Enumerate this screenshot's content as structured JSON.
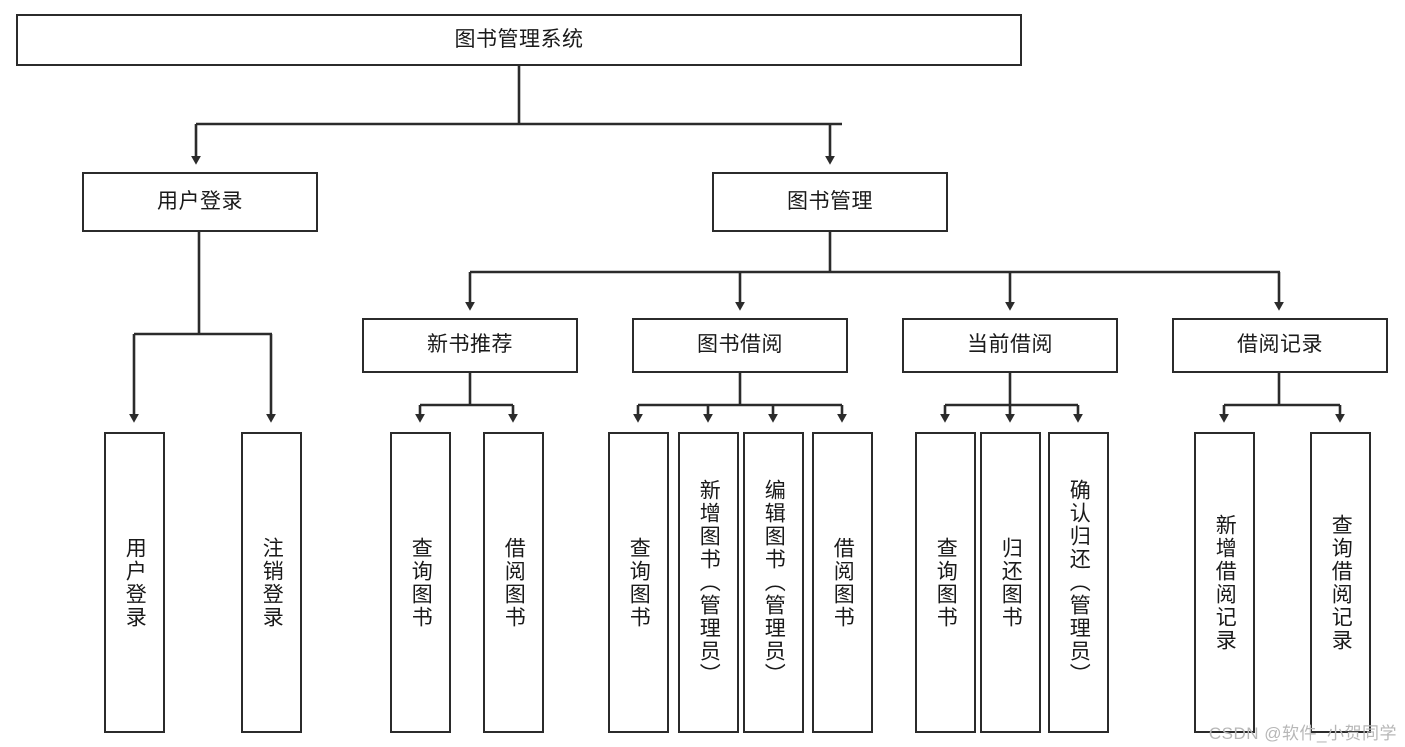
{
  "diagram": {
    "type": "tree-hierarchy-chart",
    "title": "图书管理系统",
    "colors": {
      "stroke": "#2b2b2b",
      "background": "#ffffff",
      "text": "#1a1a1a",
      "watermark": "#b7b7b7"
    },
    "levels": {
      "root": {
        "label": "图书管理系统"
      },
      "level2": [
        {
          "id": "user-login",
          "label": "用户登录"
        },
        {
          "id": "book-management",
          "label": "图书管理"
        }
      ],
      "level3": [
        {
          "id": "new-book-recommend",
          "label": "新书推荐"
        },
        {
          "id": "book-borrow",
          "label": "图书借阅"
        },
        {
          "id": "current-borrow",
          "label": "当前借阅"
        },
        {
          "id": "borrow-record",
          "label": "借阅记录"
        }
      ],
      "leaves": {
        "user-login": [
          {
            "id": "leaf-user-login",
            "label": "用户登录"
          },
          {
            "id": "leaf-user-logout",
            "label": "注销登录"
          }
        ],
        "new-book-recommend": [
          {
            "id": "leaf-query-book-1",
            "label": "查询图书"
          },
          {
            "id": "leaf-borrow-book-1",
            "label": "借阅图书"
          }
        ],
        "book-borrow": [
          {
            "id": "leaf-query-book-2",
            "label": "查询图书"
          },
          {
            "id": "leaf-add-book-admin",
            "label": "新增图书（管理员）"
          },
          {
            "id": "leaf-edit-book-admin",
            "label": "编辑图书（管理员）"
          },
          {
            "id": "leaf-borrow-book-2",
            "label": "借阅图书"
          }
        ],
        "current-borrow": [
          {
            "id": "leaf-query-book-3",
            "label": "查询图书"
          },
          {
            "id": "leaf-return-book",
            "label": "归还图书"
          },
          {
            "id": "leaf-confirm-return-admin",
            "label": "确认归还（管理员）"
          }
        ],
        "borrow-record": [
          {
            "id": "leaf-add-borrow-record",
            "label": "新增借阅记录"
          },
          {
            "id": "leaf-query-borrow-record",
            "label": "查询借阅记录"
          }
        ]
      }
    },
    "watermark": "CSDN @软件_小贺同学"
  }
}
